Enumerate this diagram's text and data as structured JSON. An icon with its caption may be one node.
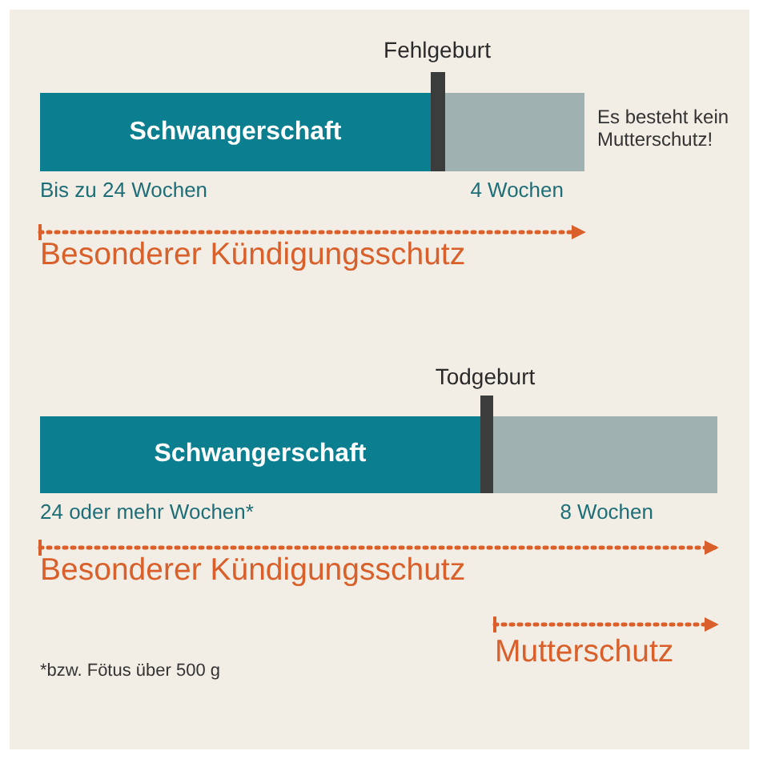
{
  "diagram": {
    "nodes": [
      {
        "text": [
          "Schwangerschaft"
        ]
      },
      {
        "text": [],
        "shape": "bar"
      },
      {
        "text": [
          "Schwangerschaft"
        ]
      },
      {
        "text": [],
        "shape": "bar"
      }
    ],
    "labels": [
      "Fehlgeburt",
      "Es besteht kein Mutterschutz!",
      "Bis zu 24 Wochen",
      "4 Wochen",
      "Besonderer Kündigungsschutz",
      "Todgeburt",
      "24 oder mehr Wochen*",
      "8 Wochen",
      "Besonderer Kündigungsschutz",
      "Mutterschutz",
      "*bzw. Fötus über 500 g"
    ]
  }
}
